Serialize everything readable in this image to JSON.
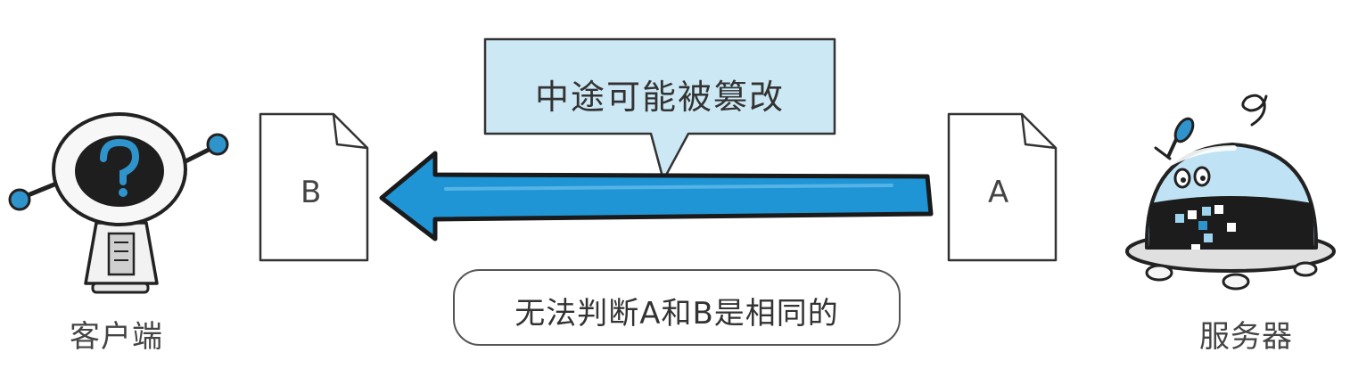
{
  "diagram": {
    "client": {
      "label": "客户端",
      "icon": "client-robot-question-icon"
    },
    "server": {
      "label": "服务器",
      "icon": "server-robot-icon"
    },
    "documents": {
      "received": {
        "letter": "B"
      },
      "sent": {
        "letter": "A"
      }
    },
    "transfer_arrow": {
      "direction": "server-to-client",
      "color": "#1f95d6"
    },
    "callout": {
      "text": "中途可能被篡改",
      "fill": "#cce8f4"
    },
    "note": {
      "text": "无法判断A和B是相同的"
    }
  }
}
